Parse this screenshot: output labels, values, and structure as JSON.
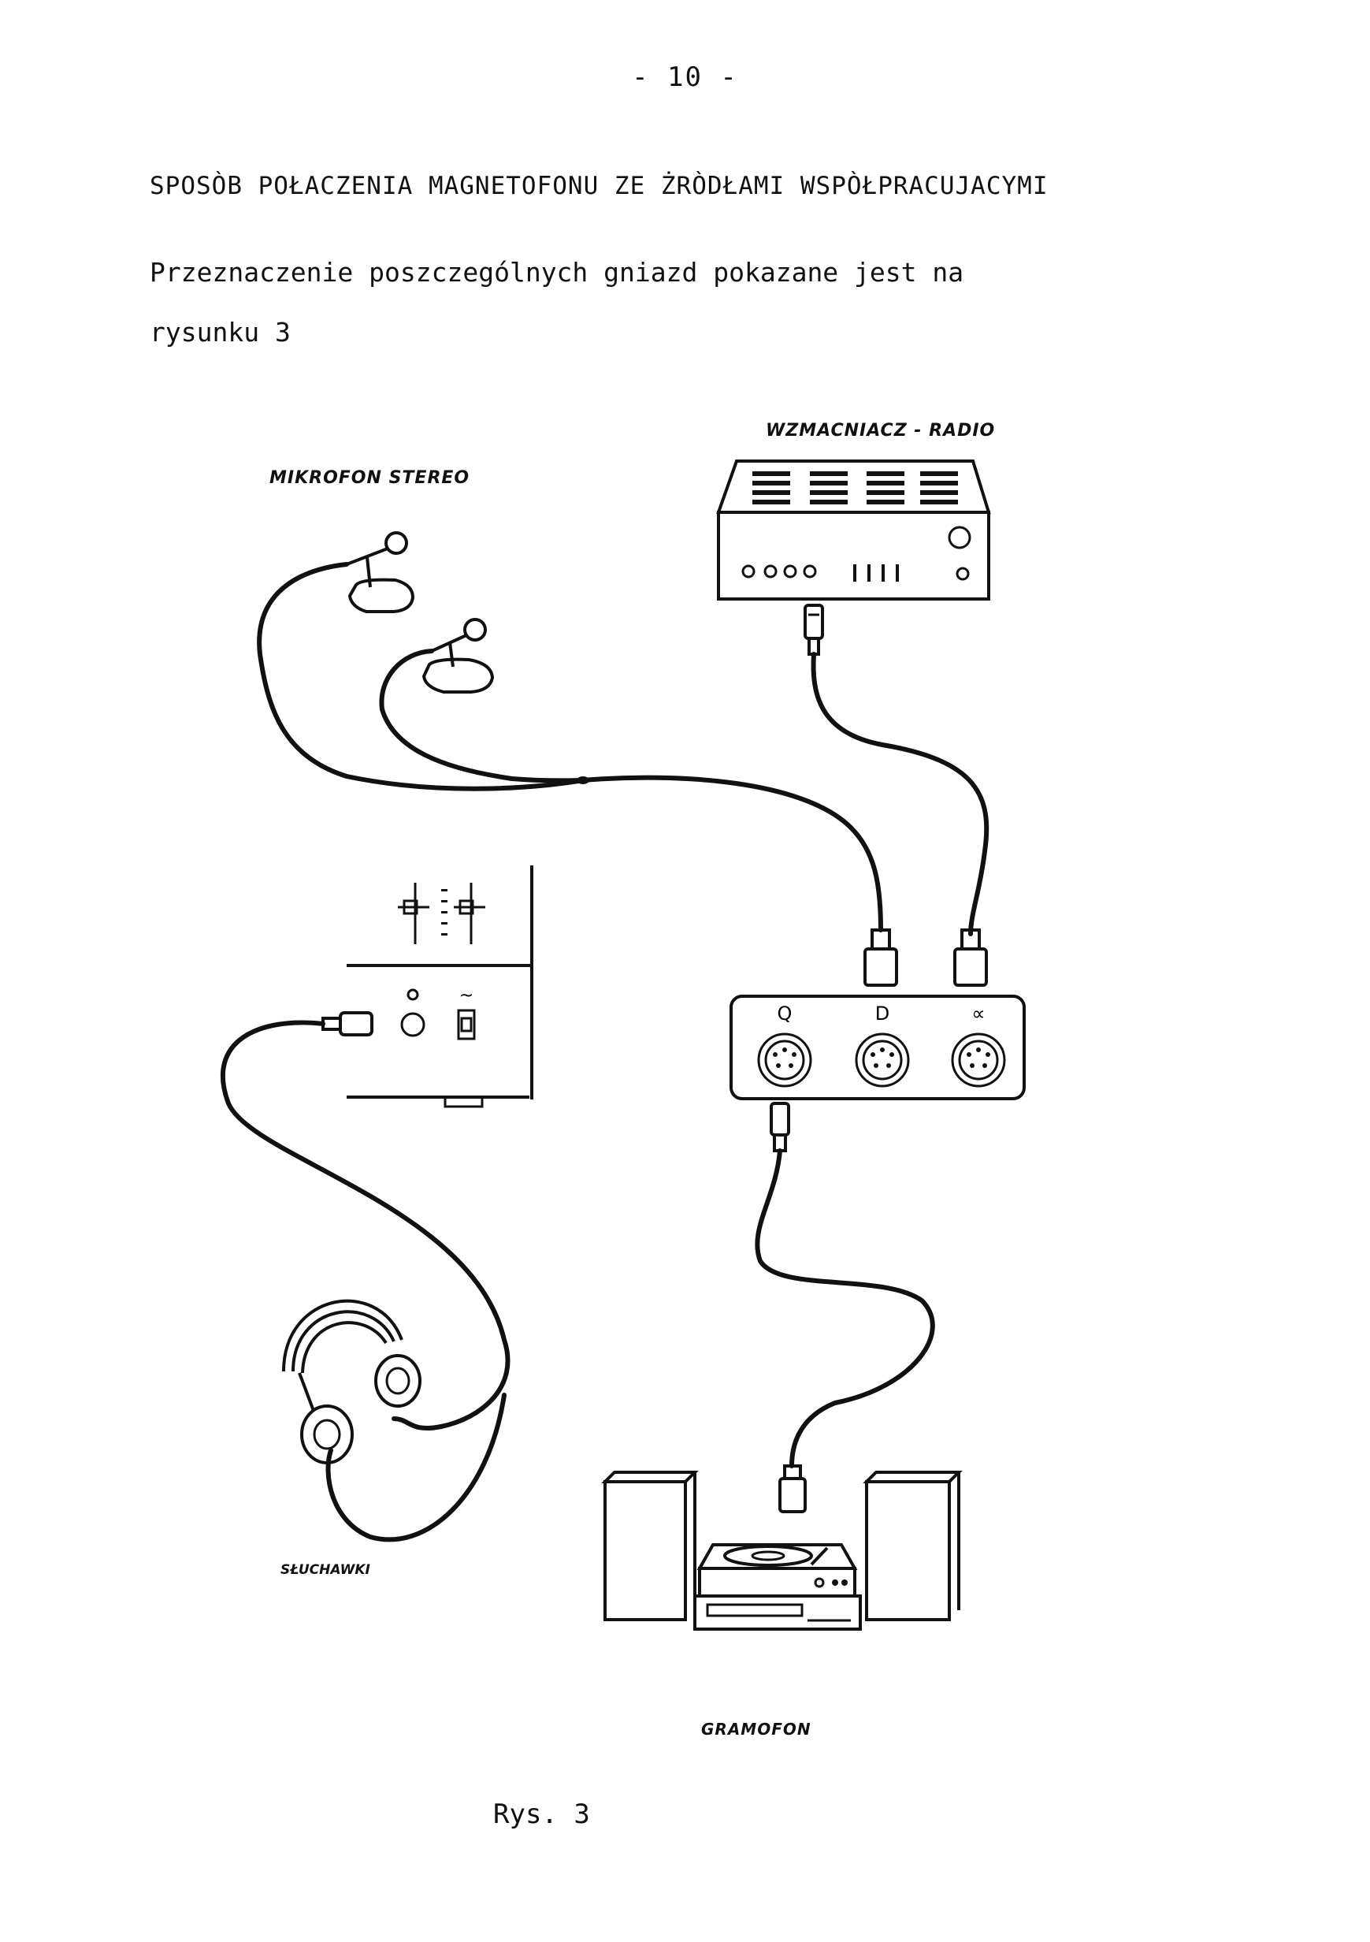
{
  "page": {
    "number": "- 10 -"
  },
  "heading": "SPOSÒB POŁACZENIA MAGNETOFONU ZE ŻRÒDŁAMI WSPÒŁPRACUJACYMI",
  "intro": {
    "line1": "Przeznaczenie poszczególnych gniazd pokazane jest na",
    "line2": "rysunku 3"
  },
  "figure": {
    "labels": {
      "microphone": "MIKROFON STEREO",
      "amplifier": "WZMACNIACZ - RADIO",
      "headphones": "SŁUCHAWKI",
      "gramophone": "GRAMOFON"
    },
    "caption": "Rys. 3",
    "socket_symbols": [
      "Q",
      "D",
      "∝"
    ]
  }
}
